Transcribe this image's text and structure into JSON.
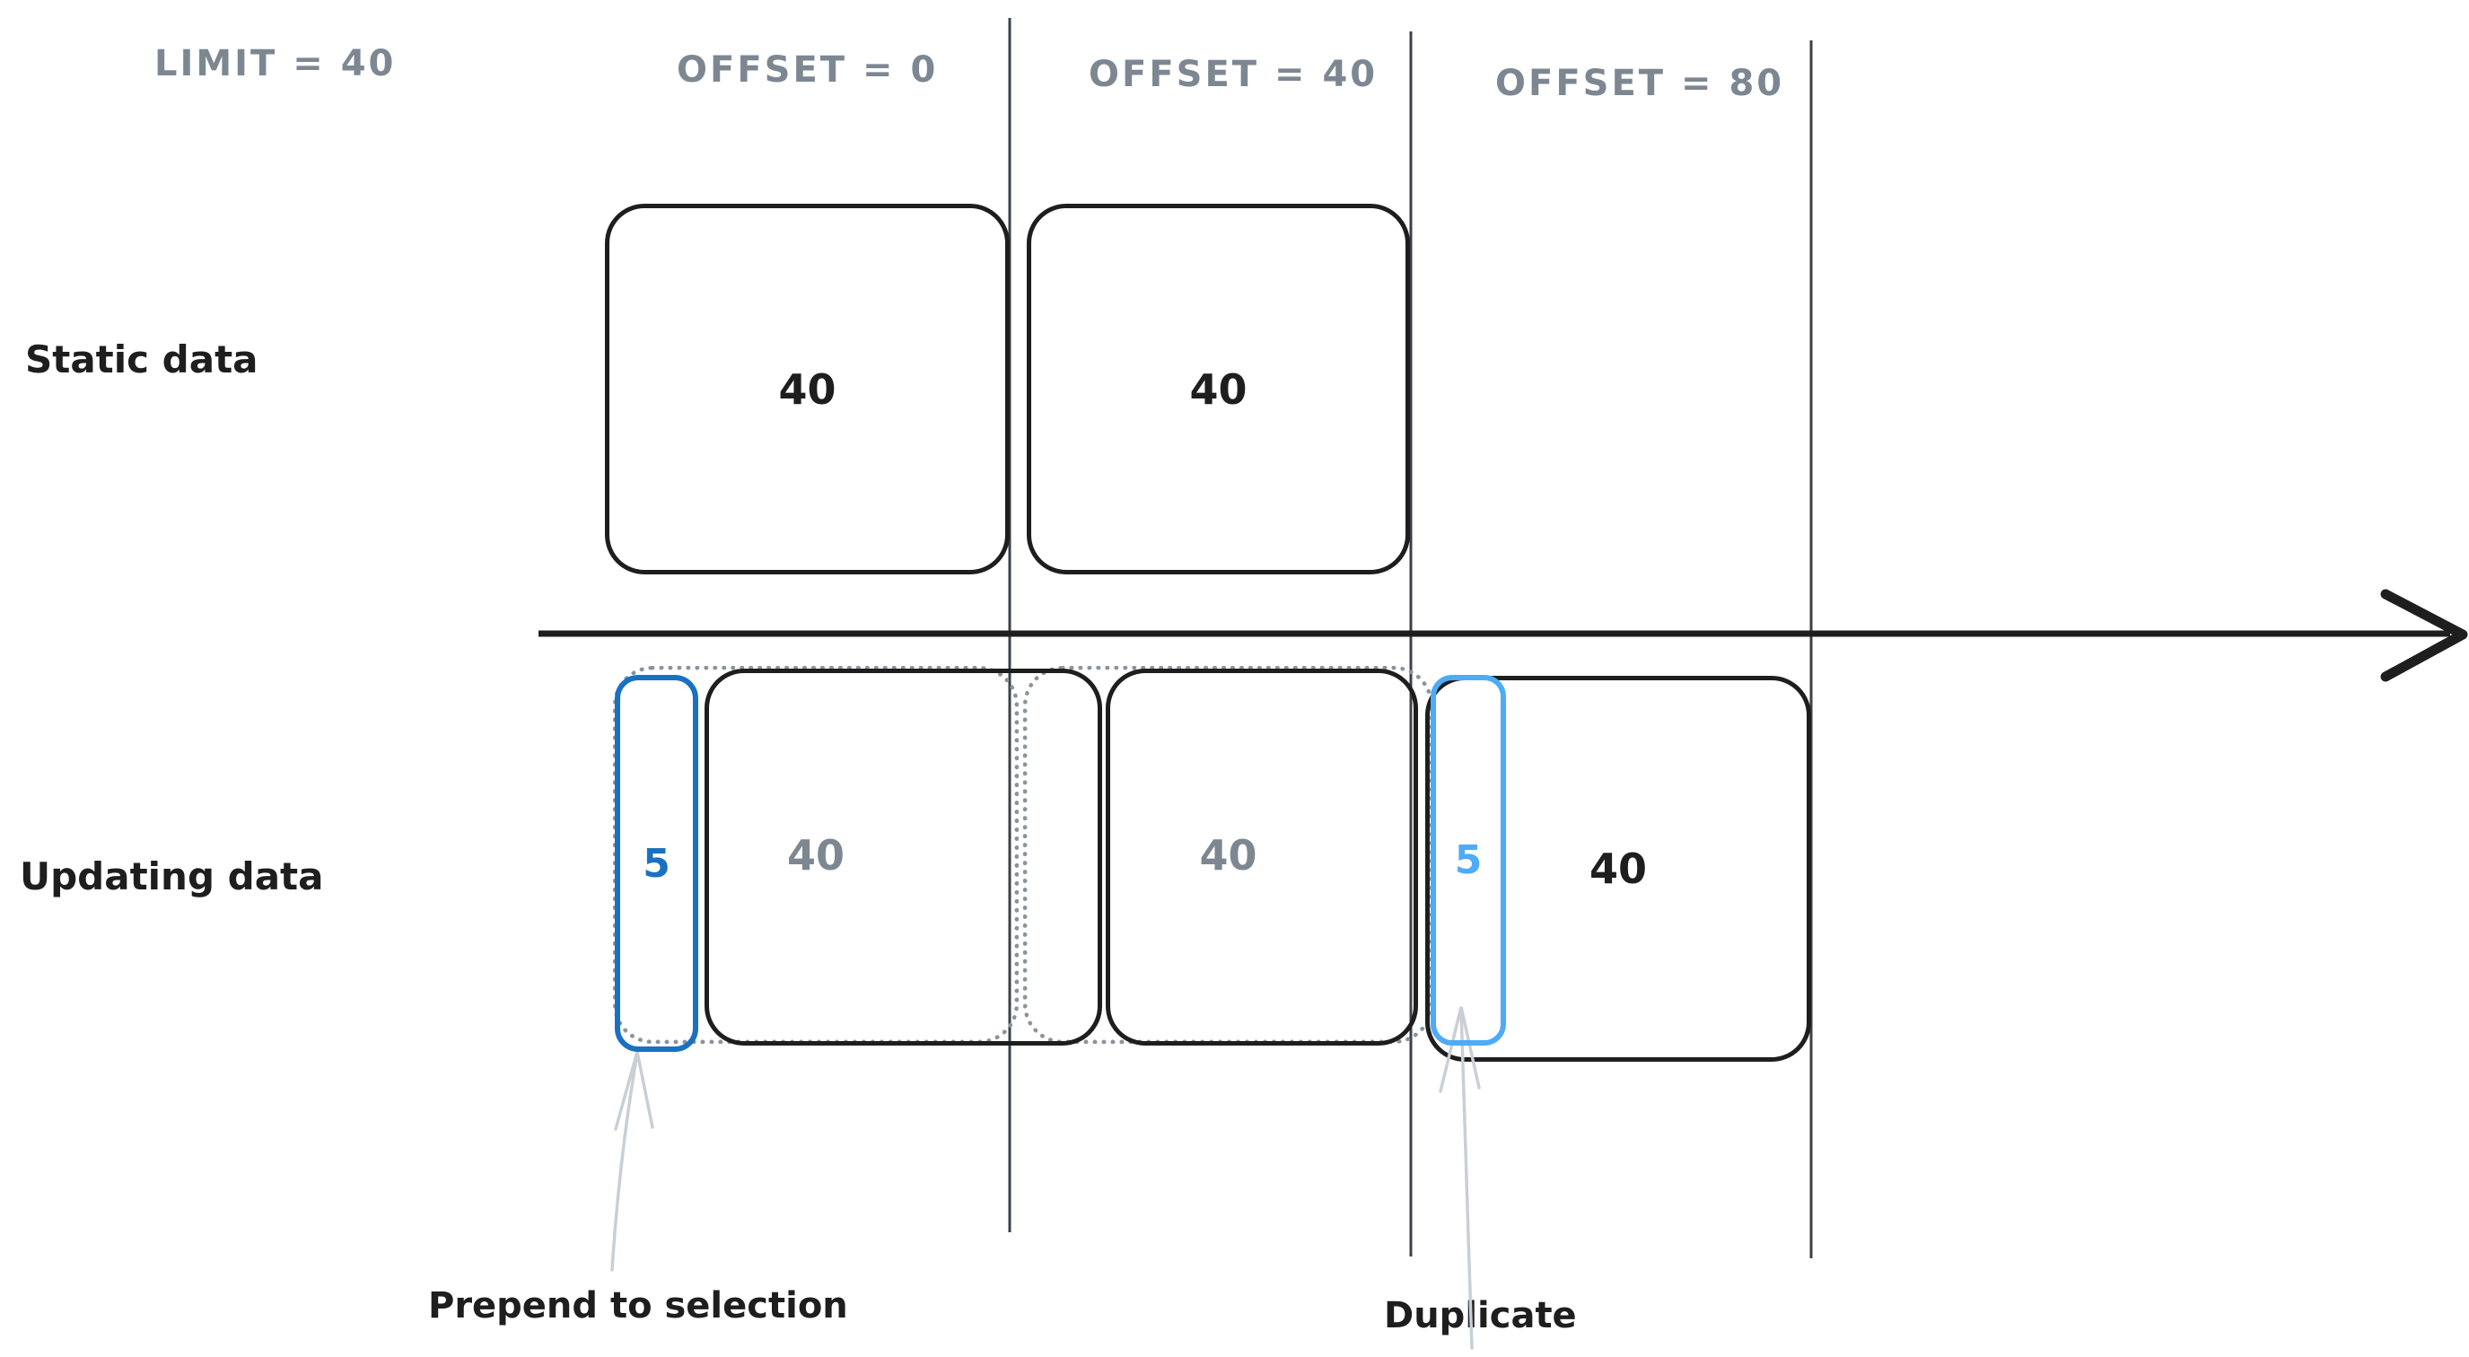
{
  "header": {
    "limit": "LIMIT = 40",
    "offset_0": "OFFSET = 0",
    "offset_40": "OFFSET = 40",
    "offset_80": "OFFSET = 80"
  },
  "rows": {
    "static": {
      "label": "Static data",
      "pages": [
        {
          "value": "40"
        },
        {
          "value": "40"
        }
      ]
    },
    "updating": {
      "label": "Updating data",
      "prepended": {
        "value": "5"
      },
      "old_pages": [
        {
          "value": "40"
        },
        {
          "value": "40"
        }
      ],
      "duplicated": {
        "value": "5"
      },
      "new_page": {
        "value": "40"
      }
    }
  },
  "annotations": {
    "prepend": "Prepend to selection",
    "duplicate": "Duplicate"
  },
  "colors": {
    "stroke_black": "#1e1e1e",
    "muted_gray_text": "#7d8792",
    "dotted_gray": "#8b939c",
    "separator_gray": "#3a4148",
    "blue_dark": "#1971c2",
    "blue_light": "#4dabf7",
    "annotation_arrow_gray": "#c9cfd6"
  }
}
